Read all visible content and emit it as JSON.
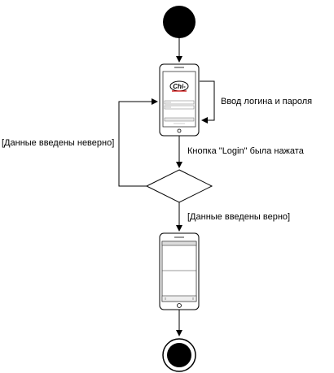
{
  "diagram": {
    "labels": {
      "self_loop": "Ввод логина и пароля",
      "invalid": "[Данные введены неверно]",
      "login_pressed": "Кнопка \"Login\" была нажата",
      "valid": "[Данные введены верно]"
    },
    "login_phone": {
      "logo": "Chi-"
    }
  }
}
